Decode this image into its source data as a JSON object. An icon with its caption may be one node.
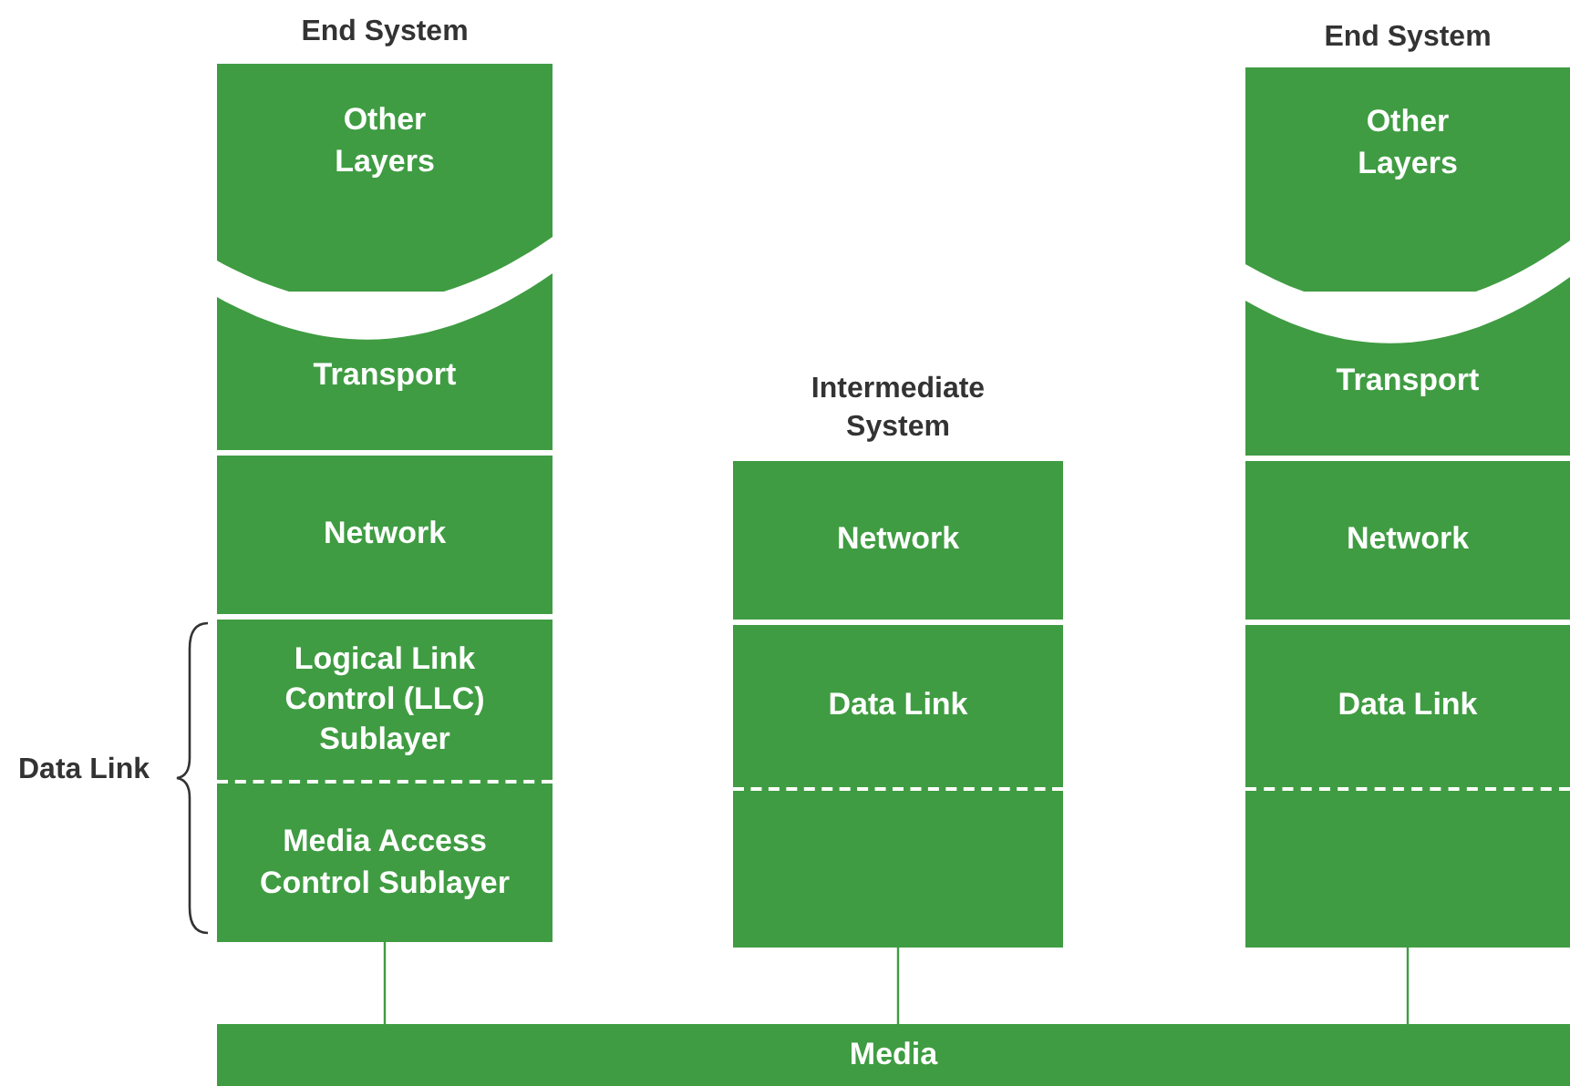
{
  "diagram": {
    "nodes": [
      {
        "text": [
          "End System"
        ]
      },
      {
        "text": [
          "Other Layers"
        ],
        "in": 0
      },
      {
        "text": [
          "Transport"
        ],
        "in": 0
      },
      {
        "text": [
          "Network"
        ],
        "in": 0
      },
      {
        "text": [
          "Logical Link Control (LLC) Sublayer"
        ],
        "in": 0
      },
      {
        "text": [
          "Media Access Control Sublayer"
        ],
        "in": 0
      },
      {
        "text": [
          "Intermediate System"
        ]
      },
      {
        "text": [
          "Network"
        ],
        "in": 6
      },
      {
        "text": [
          "Data Link"
        ],
        "in": 6
      },
      {
        "text": [
          "End System"
        ]
      },
      {
        "text": [
          "Other Layers"
        ],
        "in": 9
      },
      {
        "text": [
          "Transport"
        ],
        "in": 9
      },
      {
        "text": [
          "Network"
        ],
        "in": 9
      },
      {
        "text": [
          "Data Link"
        ],
        "in": 9
      },
      {
        "text": [
          "Media"
        ]
      }
    ],
    "edges": [
      {
        "from": 5,
        "to": 14,
        "arrow": "none"
      },
      {
        "from": 8,
        "to": 14,
        "arrow": "none"
      },
      {
        "from": 13,
        "to": 14,
        "arrow": "none"
      }
    ],
    "labels": [
      "Data Link"
    ]
  }
}
